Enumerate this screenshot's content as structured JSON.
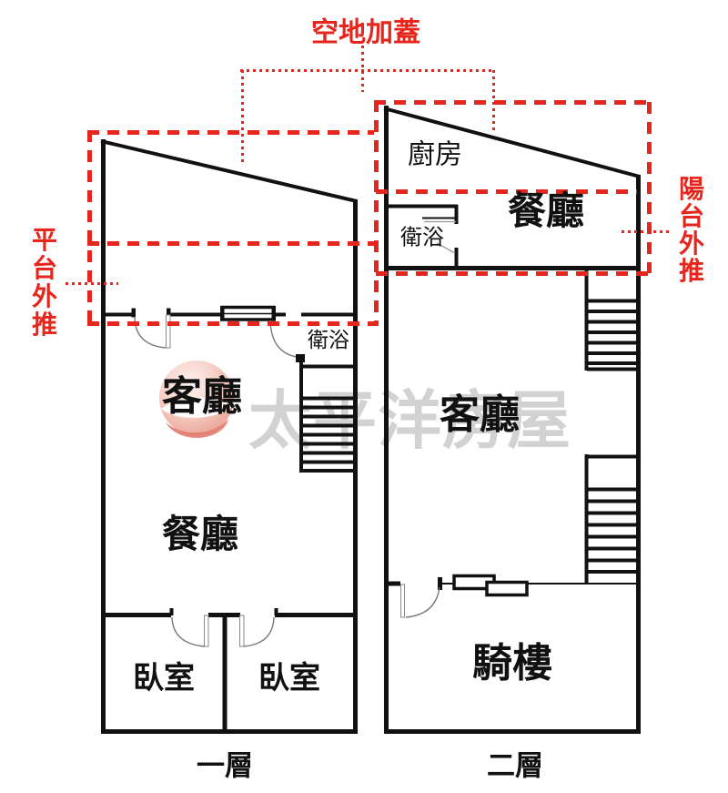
{
  "annotations": {
    "top_label": "空地加蓋",
    "left_label": "平\n台\n外\n推",
    "right_label": "陽\n台\n外\n推",
    "red_color": "#e6251c"
  },
  "watermark": {
    "text": "太平洋房屋"
  },
  "floor_left": {
    "caption": "一層",
    "living": "客廳",
    "dining": "餐廳",
    "bath": "衛浴",
    "bedroom_a": "臥室",
    "bedroom_b": "臥室"
  },
  "floor_right": {
    "caption": "二層",
    "kitchen": "廚房",
    "dining": "餐廳",
    "bath": "衛浴",
    "living": "客廳",
    "arcade": "騎樓"
  }
}
